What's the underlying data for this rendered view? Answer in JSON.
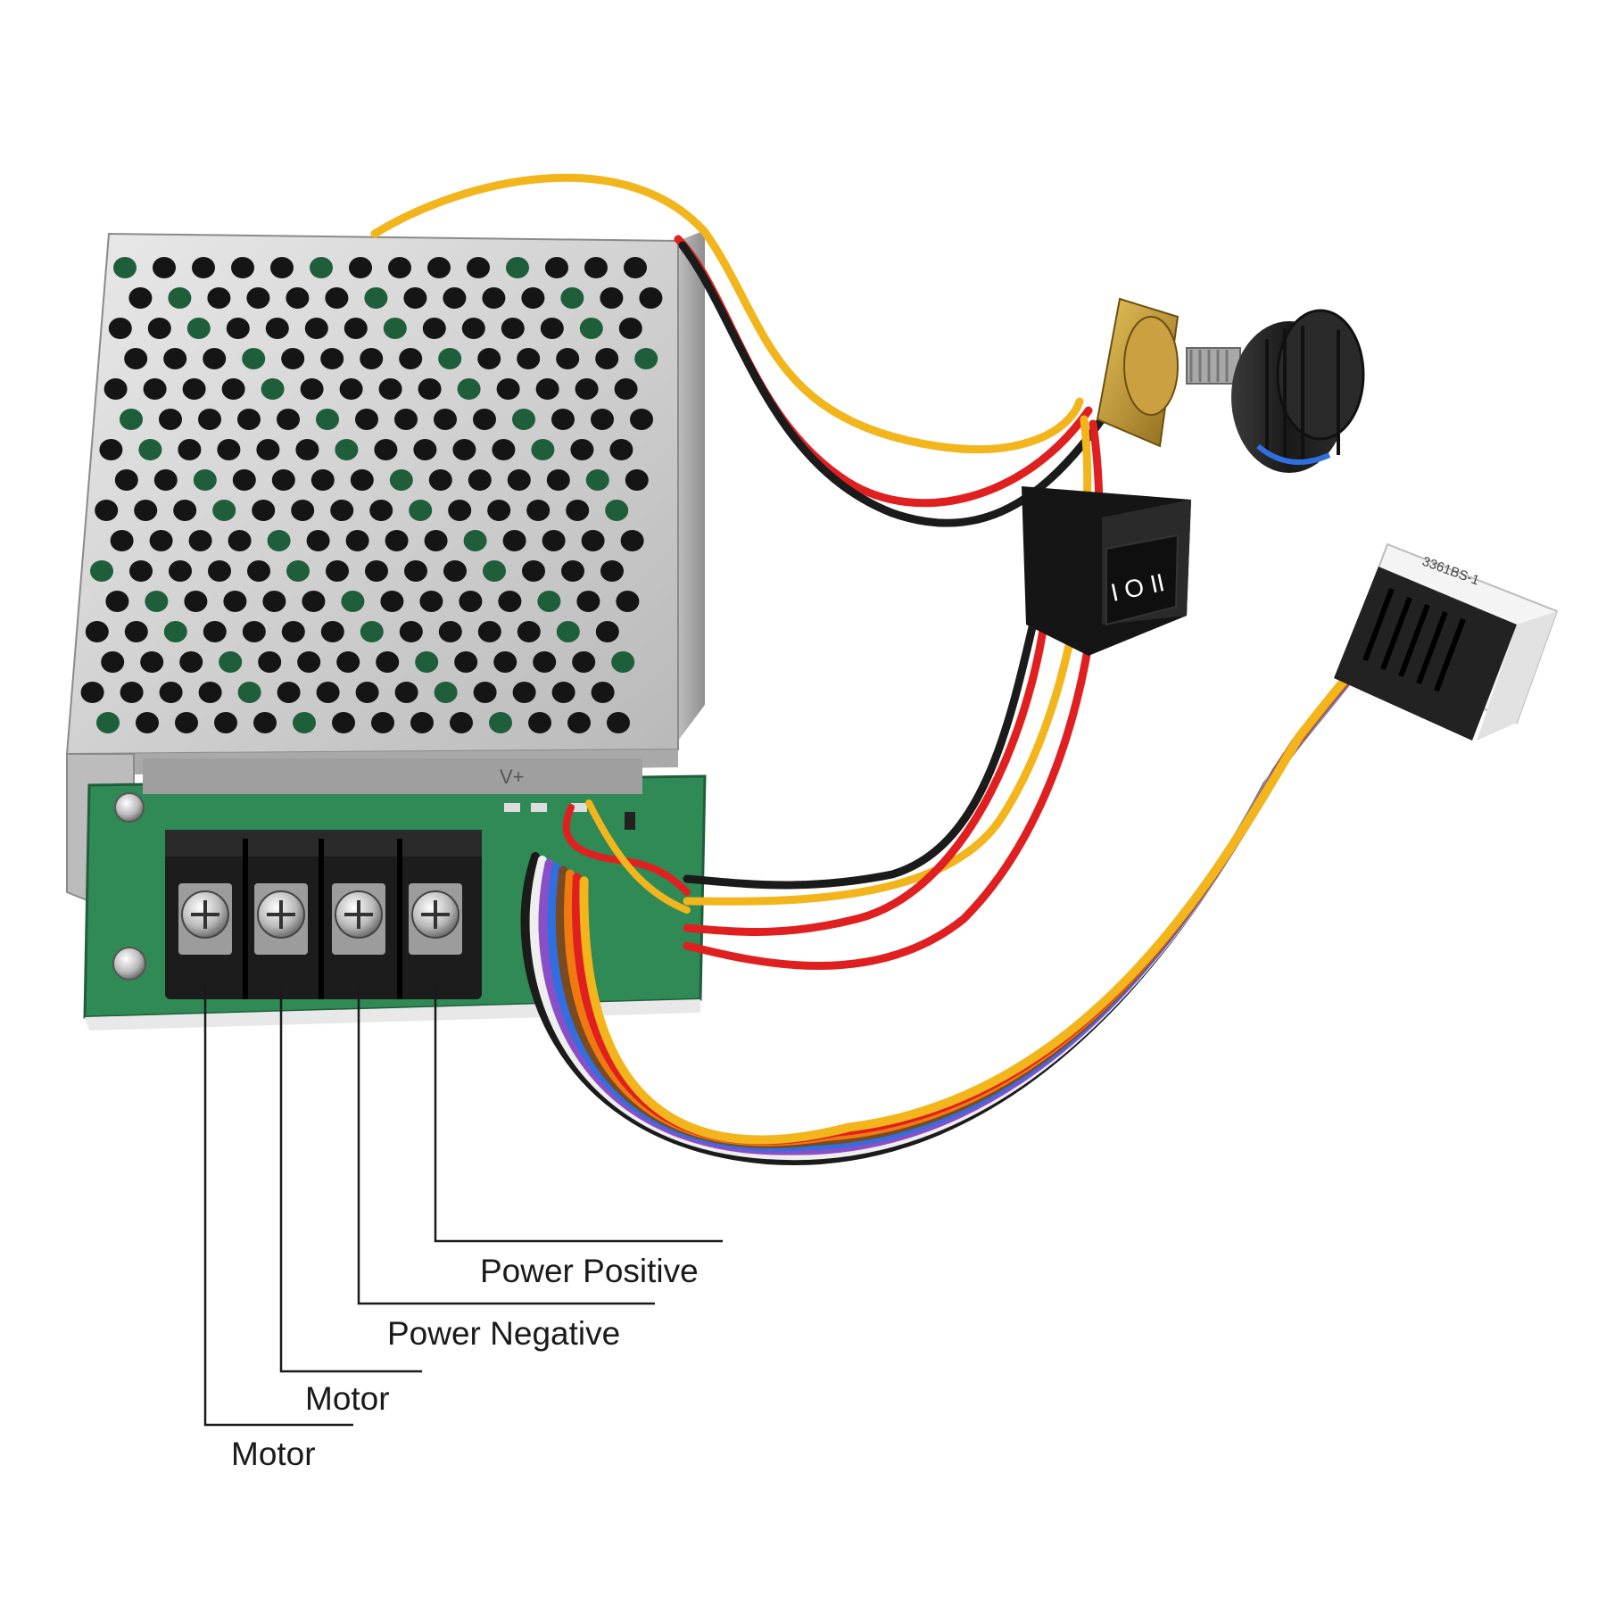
{
  "labels": {
    "power_positive": "Power Positive",
    "power_negative": "Power Negative",
    "motor_1": "Motor",
    "motor_2": "Motor"
  },
  "parts": {
    "switch_marks": "I O II",
    "connector_text": "3361BS-1",
    "terminal_marks": "V+"
  },
  "colors": {
    "case": "#cfcfcf",
    "pcb": "#2f8a55",
    "terminal": "#1c1c1c",
    "wire_red": "#e02020",
    "wire_black": "#1b1b1b",
    "wire_yellow": "#f2b51c",
    "wire_white": "#f4f4f4",
    "wire_purple": "#8a4fc6",
    "wire_blue": "#2f6fe0",
    "wire_brown": "#7a4a20",
    "wire_orange": "#f07a10",
    "knob": "#1e1e1e",
    "leader": "#1a1a1a"
  },
  "icons": [
    "screw-icon",
    "knob-icon",
    "rocker-switch-icon",
    "potentiometer-icon",
    "connector-icon"
  ]
}
